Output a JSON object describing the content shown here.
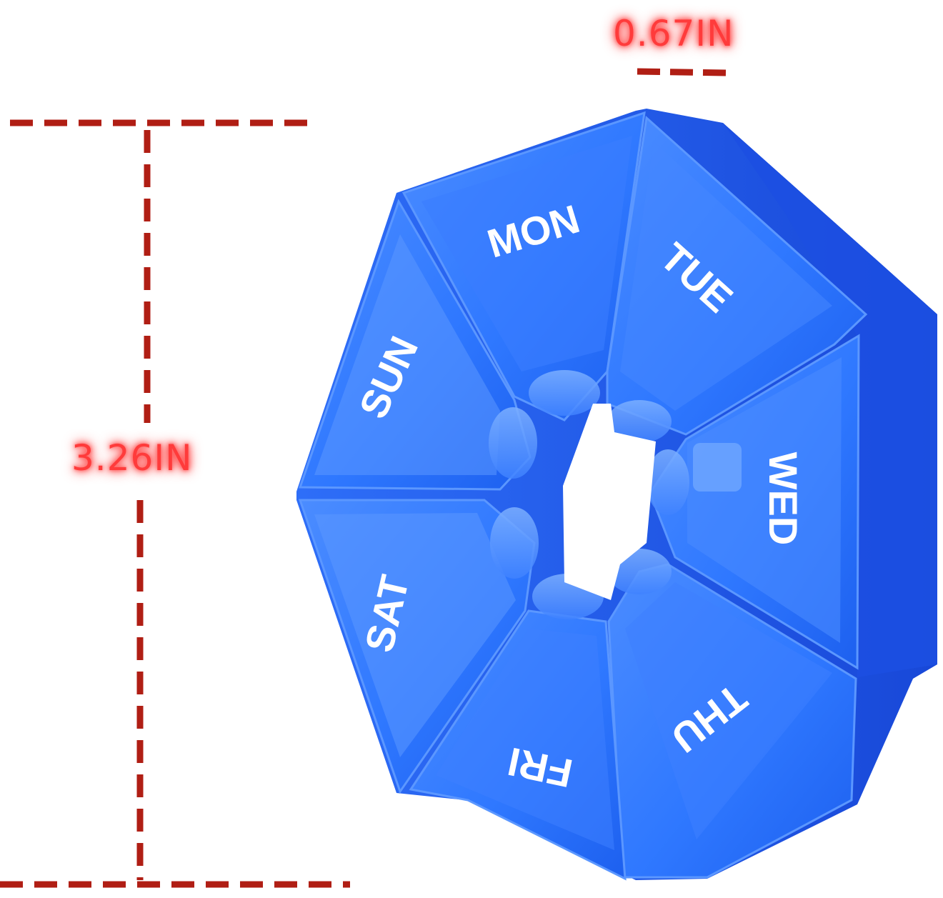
{
  "dimensions": {
    "height": {
      "label": "3.26IN"
    },
    "depth": {
      "label": "0.67IN"
    }
  },
  "pill_box": {
    "compartments": [
      {
        "day": "MON"
      },
      {
        "day": "TUE"
      },
      {
        "day": "WED"
      },
      {
        "day": "THU"
      },
      {
        "day": "FRI"
      },
      {
        "day": "SAT"
      },
      {
        "day": "SUN"
      }
    ]
  },
  "colors": {
    "dimension_line": "#b01e14",
    "dimension_text": "#ff3b3b",
    "body_blue": "#1f63f2",
    "lid_blue": "#2f78ff",
    "lid_highlight": "#6ea6ff",
    "rim_blue": "#1a4fe0",
    "label_white": "#ffffff"
  }
}
